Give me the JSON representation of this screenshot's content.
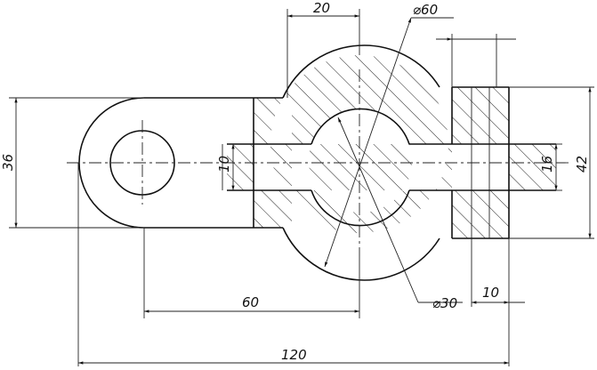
{
  "dimensions": {
    "width_top": "20",
    "dia_large": "⌀60",
    "dia_small": "⌀30",
    "height_left": "36",
    "slot_width": "10",
    "slot_right": "16",
    "height_right": "42",
    "length_60": "60",
    "length_10": "10",
    "length_120": "120"
  },
  "colors": {
    "line": "#111111",
    "background": "#ffffff"
  }
}
